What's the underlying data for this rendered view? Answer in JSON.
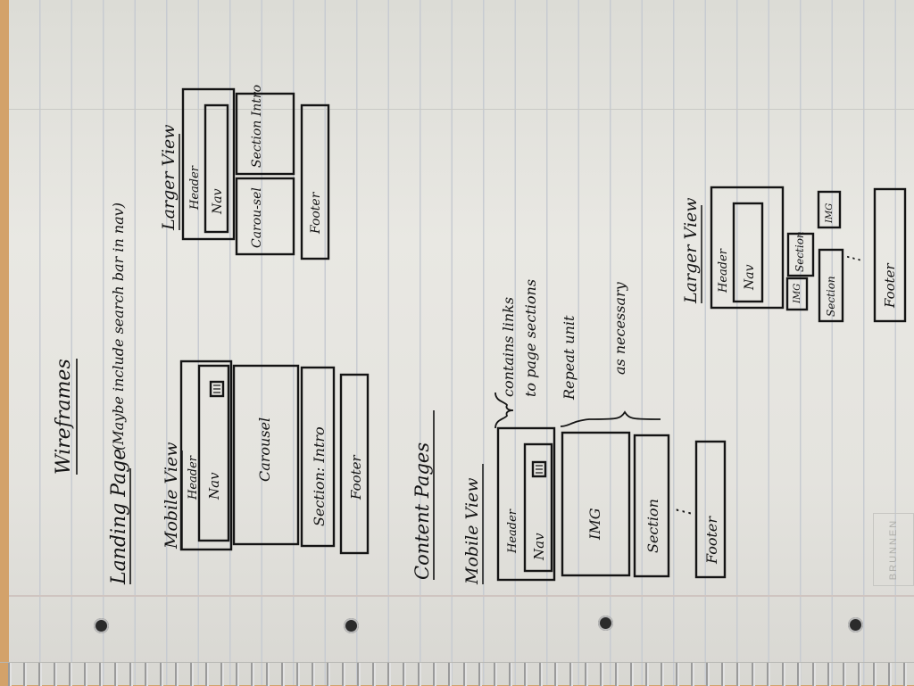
{
  "title": "Wireframes",
  "landing": {
    "heading": "Landing Page",
    "note": "(Maybe include search bar in nav)",
    "mobile": {
      "label": "Mobile View",
      "header": "Header",
      "nav": "Nav",
      "carousel": "Carousel",
      "intro": "Section: Intro",
      "footer": "Footer"
    },
    "larger": {
      "label": "Larger View",
      "header": "Header",
      "nav": "Nav",
      "carousel": "Carou-sel",
      "intro": "Section Intro",
      "footer": "Footer"
    }
  },
  "content": {
    "heading": "Content Pages",
    "mobile": {
      "label": "Mobile View",
      "header": "Header",
      "nav": "Nav",
      "img": "IMG",
      "section": "Section",
      "ellipsis": "⋮",
      "footer": "Footer"
    },
    "note_links": [
      "contains links",
      "to page sections"
    ],
    "note_repeat": [
      "Repeat unit",
      "as necessary"
    ],
    "larger": {
      "label": "Larger View",
      "header": "Header",
      "nav": "Nav",
      "section": "Section",
      "img": "IMG",
      "ellipsis": "⋮",
      "footer": "Footer"
    }
  },
  "brand": "BRUNNEN"
}
